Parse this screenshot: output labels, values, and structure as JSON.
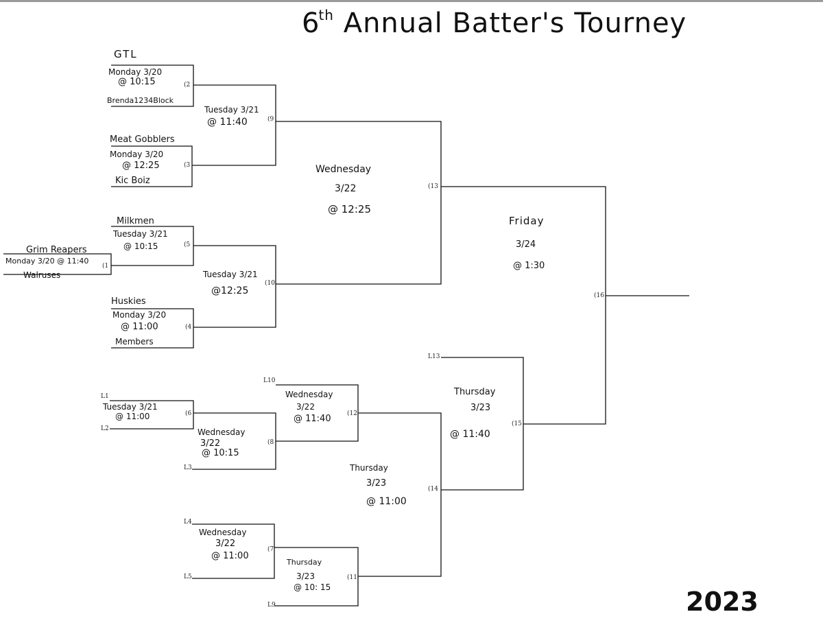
{
  "title": {
    "ordinal": "6",
    "suffix": "th",
    "text": "Annual Batter's Tourney"
  },
  "year": "2023",
  "teams": {
    "gtl": "GTL",
    "brenda": "Brenda1234Block",
    "meat_gobblers": "Meat Gobblers",
    "kic_boiz": "Kic Boiz",
    "milkmen": "Milkmen",
    "grim_reapers": "Grim Reapers",
    "walruses": "Walruses",
    "huskies": "Huskies",
    "members": "Members"
  },
  "games": {
    "g1": {
      "num": "(1",
      "date": "Monday 3/20 @ 11:40"
    },
    "g2": {
      "num": "(2",
      "day": "Monday 3/20",
      "time": "@ 10:15"
    },
    "g3": {
      "num": "(3",
      "day": "Monday 3/20",
      "time": "@ 12:25"
    },
    "g4": {
      "num": "(4",
      "day": "Monday 3/20",
      "time": "@ 11:00"
    },
    "g5": {
      "num": "(5",
      "day": "Tuesday 3/21",
      "time": "@ 10:15"
    },
    "g6": {
      "num": "(6",
      "day": "Tuesday 3/21",
      "time": "@ 11:00"
    },
    "g7": {
      "num": "(7",
      "day": "Wednesday",
      "date": "3/22",
      "time": "@ 11:00"
    },
    "g8": {
      "num": "(8",
      "day": "Wednesday",
      "date": "3/22",
      "time": "@ 10:15"
    },
    "g9": {
      "num": "(9",
      "day": "Tuesday 3/21",
      "time": "@ 11:40"
    },
    "g10": {
      "num": "(10",
      "day": "Tuesday 3/21",
      "time": "@12:25"
    },
    "g11": {
      "num": "(11",
      "day": "Thursday",
      "date": "3/23",
      "time": "@ 10: 15"
    },
    "g12": {
      "num": "(12",
      "day": "Wednesday",
      "date": "3/22",
      "time": "@ 11:40"
    },
    "g13": {
      "num": "(13",
      "day": "Wednesday",
      "date": "3/22",
      "time": "@ 12:25"
    },
    "g14": {
      "num": "(14",
      "day": "Thursday",
      "date": "3/23",
      "time": "@ 11:00"
    },
    "g15": {
      "num": "(15",
      "day": "Thursday",
      "date": "3/23",
      "time": "@ 11:40"
    },
    "g16": {
      "num": "(16",
      "day": "Friday",
      "date": "3/24",
      "time": "@ 1:30"
    }
  },
  "losers": {
    "l1": "L1",
    "l2": "L2",
    "l3": "L3",
    "l4": "L4",
    "l5": "L5",
    "l9": "L9",
    "l10": "L10",
    "l13": "L13"
  }
}
